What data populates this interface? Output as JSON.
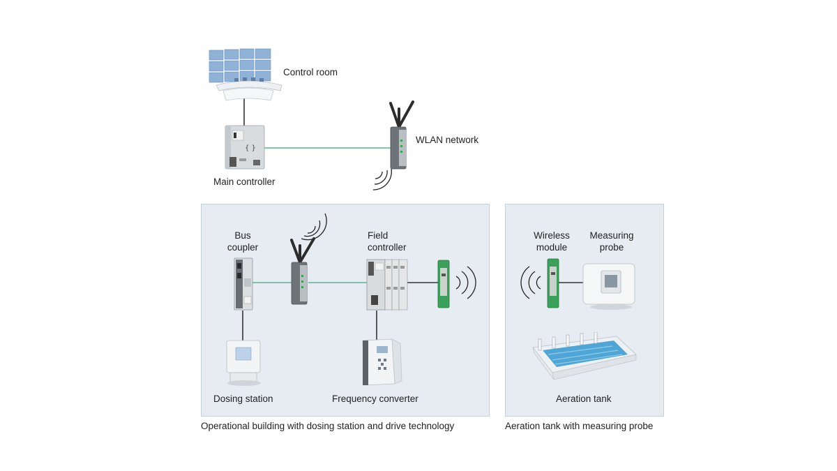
{
  "labels": {
    "control_room": "Control room",
    "wlan_network": "WLAN network",
    "main_controller": "Main controller",
    "bus_coupler_1": "Bus",
    "bus_coupler_2": "coupler",
    "field_controller_1": "Field",
    "field_controller_2": "controller",
    "dosing_station": "Dosing station",
    "frequency_converter": "Frequency converter",
    "wireless_module_1": "Wireless",
    "wireless_module_2": "module",
    "measuring_probe_1": "Measuring",
    "measuring_probe_2": "probe",
    "aeration_tank": "Aeration tank"
  },
  "captions": {
    "operational_building": "Operational building with dosing station and drive technology",
    "aeration_tank_area": "Aeration tank with measuring probe"
  },
  "colors": {
    "panel_bg": "#e6ecf1",
    "ethernet_link": "#5fb38f",
    "cable": "#333333",
    "module_green": "#3aa05a",
    "device_grey": "#d9dcdf"
  },
  "icons": [
    "control-room-icon",
    "main-controller-icon",
    "wlan-access-point-icon",
    "bus-coupler-icon",
    "wireless-module-icon",
    "field-controller-icon",
    "dosing-station-icon",
    "frequency-converter-icon",
    "measuring-probe-icon",
    "aeration-tank-icon",
    "radio-wave-icon"
  ]
}
